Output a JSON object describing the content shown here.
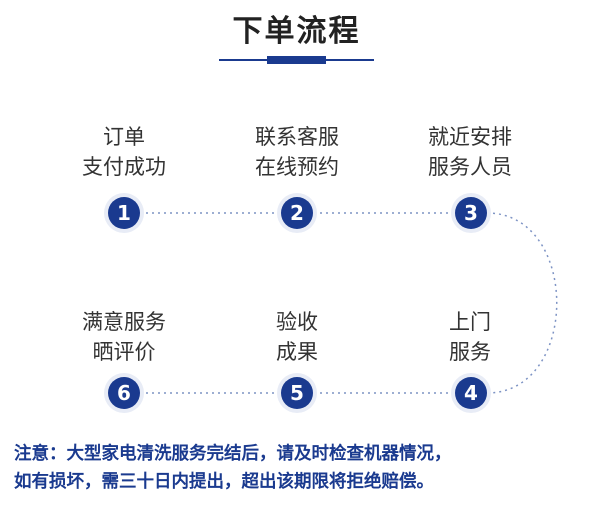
{
  "title": "下单流程",
  "steps": [
    {
      "number": "1",
      "line1": "订单",
      "line2": "支付成功"
    },
    {
      "number": "2",
      "line1": "联系客服",
      "line2": "在线预约"
    },
    {
      "number": "3",
      "line1": "就近安排",
      "line2": "服务人员"
    },
    {
      "number": "4",
      "line1": "上门",
      "line2": "服务"
    },
    {
      "number": "5",
      "line1": "验收",
      "line2": "成果"
    },
    {
      "number": "6",
      "line1": "满意服务",
      "line2": "晒评价"
    }
  ],
  "note": {
    "line1": "注意：大型家电清洗服务完结后，请及时检查机器情况，",
    "line2": "如有损坏，需三十日内提出，超出该期限将拒绝赔偿。"
  },
  "colors": {
    "accent": "#1a3a8f",
    "text": "#333333"
  }
}
